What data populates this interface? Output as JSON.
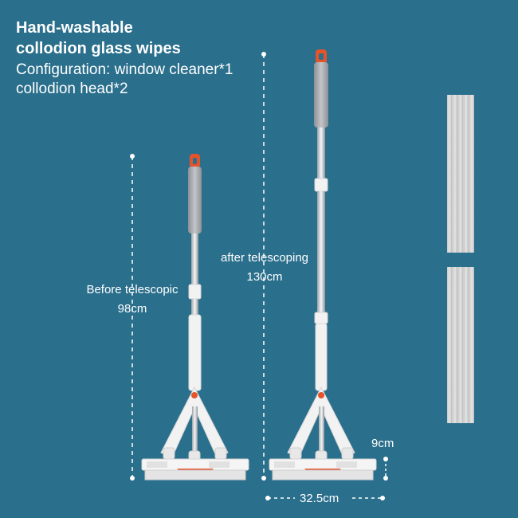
{
  "headline": {
    "line1": "Hand-washable",
    "line2": "collodion glass wipes"
  },
  "configuration": {
    "line1": "Configuration: window cleaner*1",
    "line2": "collodion head*2"
  },
  "measurements": {
    "before_label": "Before telescopic",
    "before_value": "98cm",
    "after_label": "after telescoping",
    "after_value": "130cm",
    "head_height": "9cm",
    "head_width": "32.5cm"
  },
  "colors": {
    "background": "#2a6f8c",
    "handle": "#a7a9ad",
    "accent": "#e5532b",
    "body": "#f2f2f2"
  },
  "icons": [
    "mop-before-illustration",
    "mop-after-illustration",
    "collodion-head-illustration"
  ]
}
